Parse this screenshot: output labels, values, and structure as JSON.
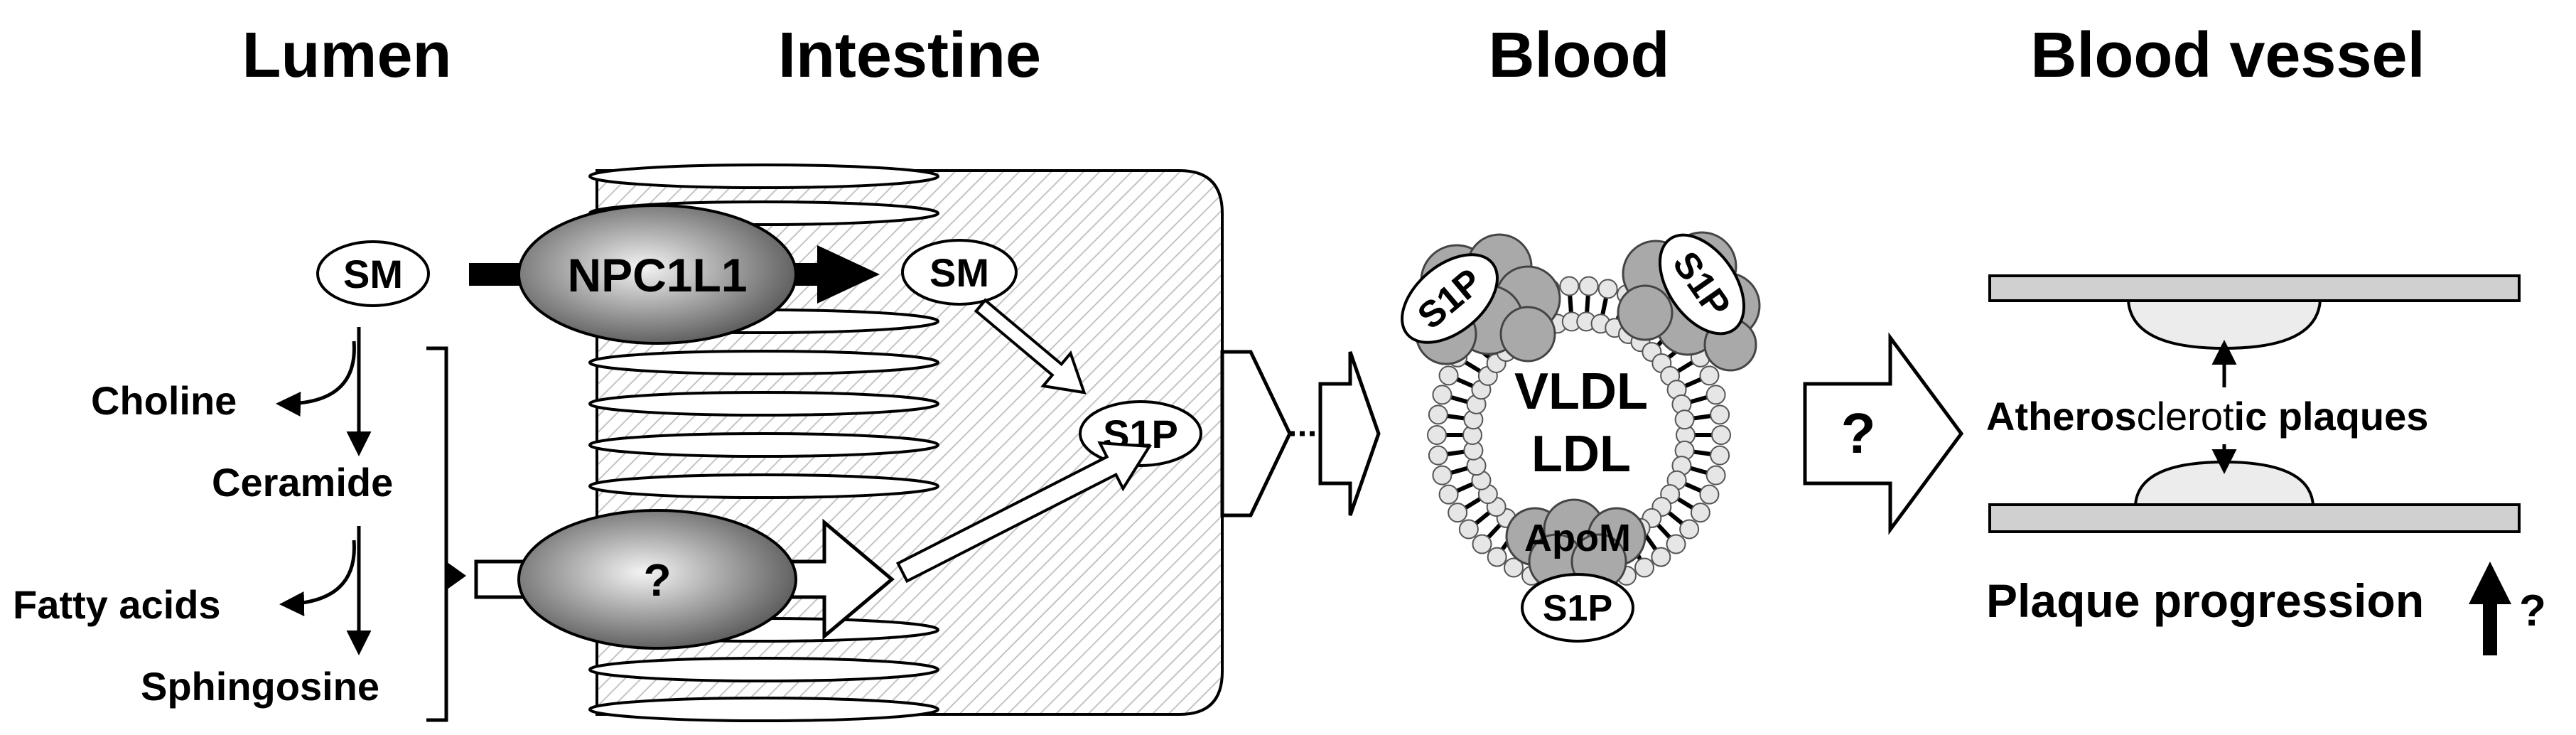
{
  "headers": {
    "lumen": "Lumen",
    "intestine": "Intestine",
    "blood": "Blood",
    "blood_vessel": "Blood vessel"
  },
  "lumen": {
    "sm": "SM",
    "choline": "Choline",
    "ceramide": "Ceramide",
    "fatty_acids": "Fatty acids",
    "sphingosine": "Sphingosine"
  },
  "intestine": {
    "transporter_known": "NPC1L1",
    "transporter_unknown": "?",
    "sm": "SM",
    "s1p": "S1P"
  },
  "blood": {
    "particle_line1": "VLDL",
    "particle_line2": "LDL",
    "apom": "ApoM",
    "s1p_left": "S1P",
    "s1p_right": "S1P",
    "s1p_bottom": "S1P"
  },
  "transfer_arrow_label": "?",
  "vessel": {
    "plaque_prefix": "Atheros",
    "plaque_mid": "clerot",
    "plaque_mid2": "ic",
    "plaque_suffix": " plaques",
    "progression": "Plaque progression",
    "progression_q": "?"
  },
  "colors": {
    "oval_dark": "#555555",
    "oval_light": "#f2f2f2",
    "cluster_gray": "#a9a9a9",
    "vessel_gray": "#d0d0d0",
    "plaque_fill": "#ececec",
    "hatch_line": "#c4c4c4"
  }
}
